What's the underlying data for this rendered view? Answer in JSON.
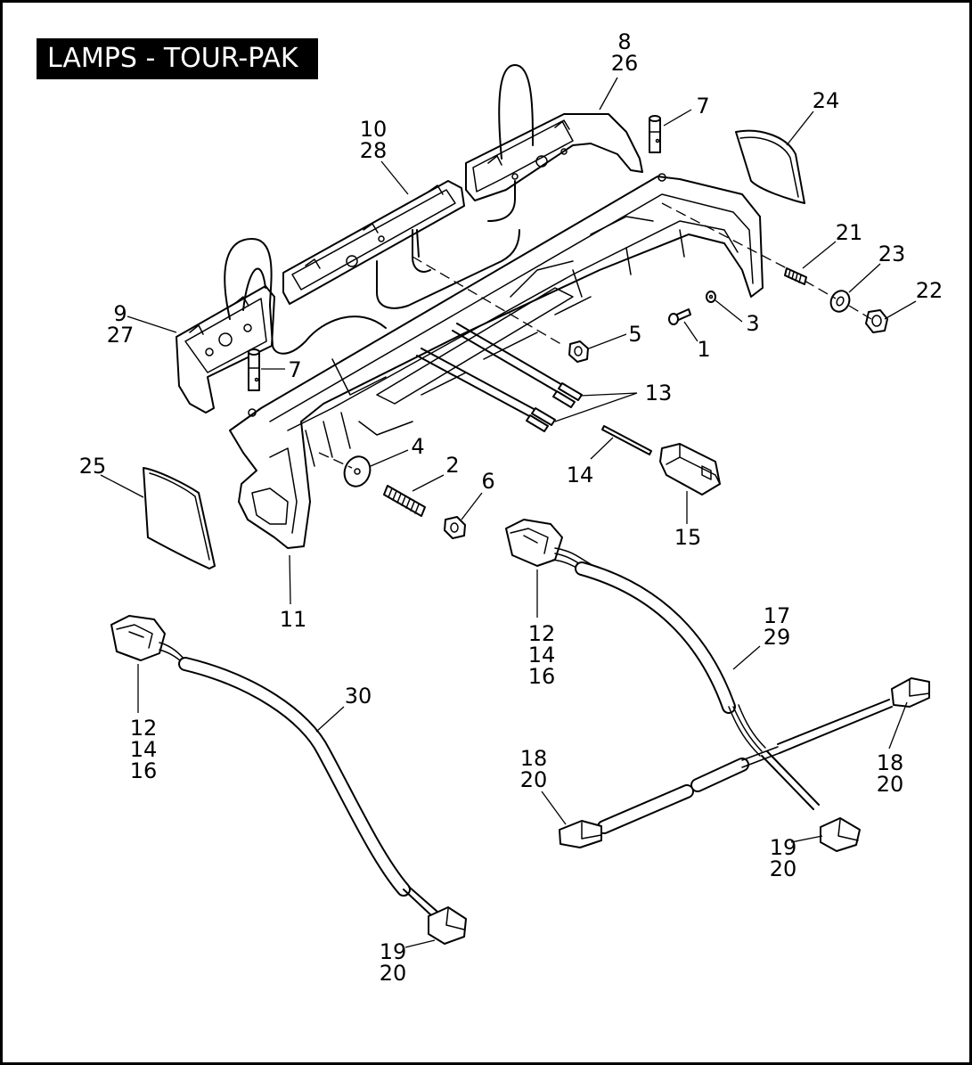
{
  "title": "LAMPS - TOUR-PAK",
  "callouts": [
    {
      "id": "c-8-26",
      "lines": [
        "8",
        "26"
      ]
    },
    {
      "id": "c-7-top",
      "lines": [
        "7"
      ]
    },
    {
      "id": "c-24",
      "lines": [
        "24"
      ]
    },
    {
      "id": "c-10-28",
      "lines": [
        "10",
        "28"
      ]
    },
    {
      "id": "c-21",
      "lines": [
        "21"
      ]
    },
    {
      "id": "c-23",
      "lines": [
        "23"
      ]
    },
    {
      "id": "c-22",
      "lines": [
        "22"
      ]
    },
    {
      "id": "c-9-27",
      "lines": [
        "9",
        "27"
      ]
    },
    {
      "id": "c-3",
      "lines": [
        "3"
      ]
    },
    {
      "id": "c-1",
      "lines": [
        "1"
      ]
    },
    {
      "id": "c-5",
      "lines": [
        "5"
      ]
    },
    {
      "id": "c-7-left",
      "lines": [
        "7"
      ]
    },
    {
      "id": "c-13",
      "lines": [
        "13"
      ]
    },
    {
      "id": "c-4",
      "lines": [
        "4"
      ]
    },
    {
      "id": "c-25",
      "lines": [
        "25"
      ]
    },
    {
      "id": "c-2",
      "lines": [
        "2"
      ]
    },
    {
      "id": "c-6",
      "lines": [
        "6"
      ]
    },
    {
      "id": "c-14",
      "lines": [
        "14"
      ]
    },
    {
      "id": "c-15",
      "lines": [
        "15"
      ]
    },
    {
      "id": "c-11",
      "lines": [
        "11"
      ]
    },
    {
      "id": "c-12-14-16-right",
      "lines": [
        "12",
        "14",
        "16"
      ]
    },
    {
      "id": "c-17-29",
      "lines": [
        "17",
        "29"
      ]
    },
    {
      "id": "c-12-14-16-left",
      "lines": [
        "12",
        "14",
        "16"
      ]
    },
    {
      "id": "c-30",
      "lines": [
        "30"
      ]
    },
    {
      "id": "c-18-20-left",
      "lines": [
        "18",
        "20"
      ]
    },
    {
      "id": "c-18-20-right",
      "lines": [
        "18",
        "20"
      ]
    },
    {
      "id": "c-19-20-right",
      "lines": [
        "19",
        "20"
      ]
    },
    {
      "id": "c-19-20-left",
      "lines": [
        "19",
        "20"
      ]
    }
  ]
}
